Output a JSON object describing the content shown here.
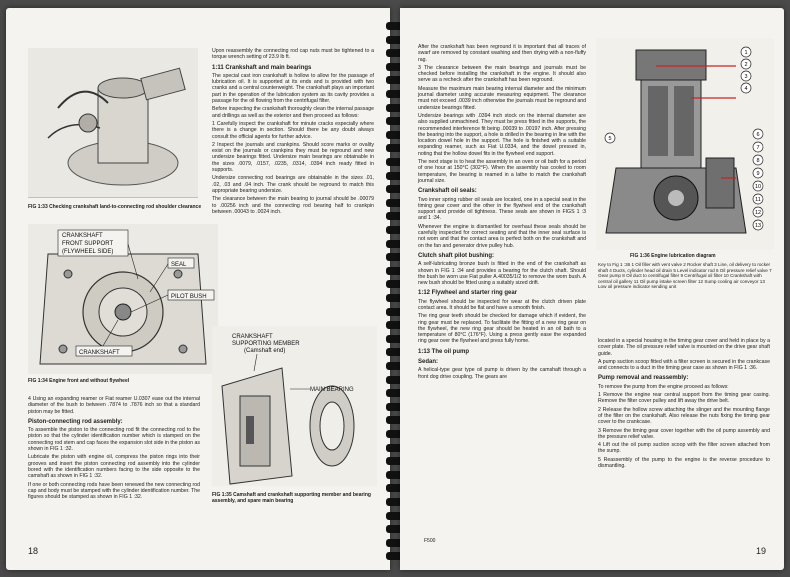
{
  "left_page": {
    "page_number": "18",
    "fig133_caption": "FIG 1:33   Checking crankshaft land-to-connecting rod shoulder clearance",
    "fig134_labels": [
      "CRANKSHAFT",
      "FRONT SUPPORT",
      "(FLYWHEEL SIDE)",
      "SEAL",
      "PILOT BUSH",
      "CRANKSHAFT"
    ],
    "fig134_caption": "FIG 1:34   Engine front and without flywheel",
    "fig135_labels": [
      "CRANKSHAFT",
      "SUPPORTING MEMBER",
      "(Camshaft end)",
      "MAIN BEARING"
    ],
    "fig135_caption": "FIG 1:35   Camshaft and crankshaft supporting member and bearing assembly, and spare main bearing",
    "col_right": [
      "Upon reassembly the connecting rod cap nuts must be tightened to a torque wrench setting of 23.9 lb ft.",
      "1:11  Crankshaft and main bearings",
      "The special cast iron crankshaft is hollow to allow for the passage of lubrication oil. It is supported at its ends and is provided with two cranks and a central counterweight. The crankshaft plays an important part in the operation of the lubrication system as its cavity provides a passage for the oil flowing from the centrifugal filter.",
      "Before inspecting the crankshaft thoroughly clean the internal passage and drillings as well as the exterior and then proceed as follows:",
      "1  Carefully inspect the crankshaft for minute cracks especially where there is a change in section. Should there be any doubt always consult the official agents for further advice.",
      "2  Inspect the journals and crankpins. Should score marks or ovality exist on the journals or crankpins they must be reground and new undersize bearings fitted. Undersize main bearings are obtainable in the sizes .0079, .0157, .0235, .0314, .0394 inch ready fitted in supports.",
      "Undersize connecting rod bearings are obtainable in the sizes .01, .02, .03 and .04 inch. The crank should be reground to match this appropriate bearing undersize.",
      "The clearance between the main bearing to journal should be .00079 to .00256 inch and the connecting rod bearing half to crankpin between .00043 to .0024 inch."
    ],
    "col_bottom": [
      "4  Using an expanding reamer or Fiat reamer U.0307 ease out the internal diameter of the bush to between .7874 to .7876 inch so that a standard piston may be fitted.",
      "Piston-connecting rod assembly:",
      "To assemble the piston to the connecting rod fit the connecting rod to the piston so that the cylinder identification number which is stamped on the connecting rod stem and cap faces the expansion slot side in the piston as shown in FIG 1 :32.",
      "Lubricate the piston with engine oil, compress the piston rings into their grooves and insert the piston connecting rod assembly into the cylinder bored with the identification numbers facing to the side opposite to the camshaft as shown in FIG 1 :32.",
      "If one or both connecting rods have been renewed the new connecting rod cap and body must be stamped with the cylinder identification number. The figures should be stamped as shown in FIG 1 :32."
    ]
  },
  "right_page": {
    "page_number": "19",
    "footer_code": "F500",
    "col_left": [
      "After the crankshaft has been reground it is important that all traces of swarf are removed by constant washing and then drying with a non-fluffy rag.",
      "3  The clearance between the main bearings and journals must be checked before installing the crankshaft in the engine. It should also serve as a recheck after the crankshaft has been reground.",
      "Measure the maximum main bearing internal diameter and the minimum journal diameter using accurate measuring equipment. The clearance must not exceed .0039 inch otherwise the journals must be reground and undersize bearings fitted.",
      "Undersize bearings with .0394 inch stock on the internal diameter are also supplied unmachined. They must be press fitted in the supports, the recommended interference fit being .00039 to .00197 inch. After pressing the bearing into the support, a hole is drilled in the bearing in line with the location dowel hole in the support. The hole is finished with a suitable expanding reamer, such as Fiat U.0334, and the dowel pressed in, noting that the hollow dowel fits in the flywheel end support.",
      "The next stage is to heat the assembly in an oven or oil bath for a period of one hour at 150°C (302°F). When the assembly has cooled to room temperature, the bearing is reamed in a lathe to match the crankshaft journal size.",
      "Crankshaft oil seals:",
      "Two inner spring rubber oil seals are located, one in a special seat in the timing gear cover and the other in the flywheel end of the crankshaft support and provide oil tightness. These seals are shown in FIGS 1 :3 and 1 :34.",
      "Whenever the engine is dismantled for overhaul these seals should be carefully inspected for correct seating and that the inner seal surface is not worn and that the contact area is perfect both on the crankshaft and on the fan and generator drive pulley hub.",
      "Clutch shaft pilot bushing:",
      "A self-lubricating bronze bush is fitted in the end of the crankshaft as shown in FIG 1 :34 and provides a bearing for the clutch shaft. Should the bush be worn use Fiat puller A.40035/1/2 to remove the worn bush. A new bush should be fitted using a suitably sized drift.",
      "1:12  Flywheel and starter ring gear",
      "The flywheel should be inspected for wear at the clutch driven plate contact area. It should be flat and have a smooth finish.",
      "The ring gear teeth should be checked for damage which if evident, the ring gear must be replaced. To facilitate the fitting of a new ring gear on the flywheel, the new ring gear should be heated in an oil bath to a temperature of 80°C (176°F). Using a press gently ease the expanded ring gear over the flywheel and press fully home.",
      "1:13  The oil pump",
      "Sedan:",
      "A helical-type gear type oil pump is driven by the camshaft through a front dog drive coupling. The gears are"
    ],
    "fig136_numbers": [
      "1",
      "2",
      "3",
      "4",
      "5",
      "6",
      "7",
      "8",
      "9",
      "10",
      "11",
      "12",
      "13"
    ],
    "fig136_caption": "FIG 1:36   Engine lubrication diagram",
    "fig136_key": "Key to Fig 1 :36     1 Oil filler with vent valve   2 Rocker shaft   3 Line, oil delivery to rocker shaft   4 Ducts, cylinder head oil drain   5 Level indicator rod   6 Oil pressure relief valve   7 Gear pump   8 Oil duct to centrifugal filter   9 Centrifugal oil filter   10 Crankshaft with central oil gallery   11 Oil pump intake screen filter   12 Sump cooling air conveyor   13 Low oil pressure indicator sending unit",
    "col_right": [
      "located in a special housing in the timing gear cover and held in place by a cover plate. The oil pressure relief valve is mounted on the drive gear shaft guide.",
      "A pump suction scoop fitted with a filter screen is secured in the crankcase and connects to a duct in the timing gear case as shown in FIG 1 :36.",
      "Pump removal and reassembly:",
      "To remove the pump from the engine proceed as follows:",
      "1  Remove the engine rear central support from the timing gear casing. Remove the filter cover pulley and lift away the drive belt.",
      "2  Release the hollow screw attaching the slinger and the mounting flange of the filter on the crankshaft. Also release the nuts fixing the timing gear cover to the crankcase.",
      "3  Remove the timing gear cover together with the oil pump assembly and the pressure relief valve.",
      "4  Lift out the oil pump suction scoop with the filter screen attached from the sump.",
      "5  Reassembly of the pump to the engine is the reverse procedure to dismantling."
    ]
  }
}
